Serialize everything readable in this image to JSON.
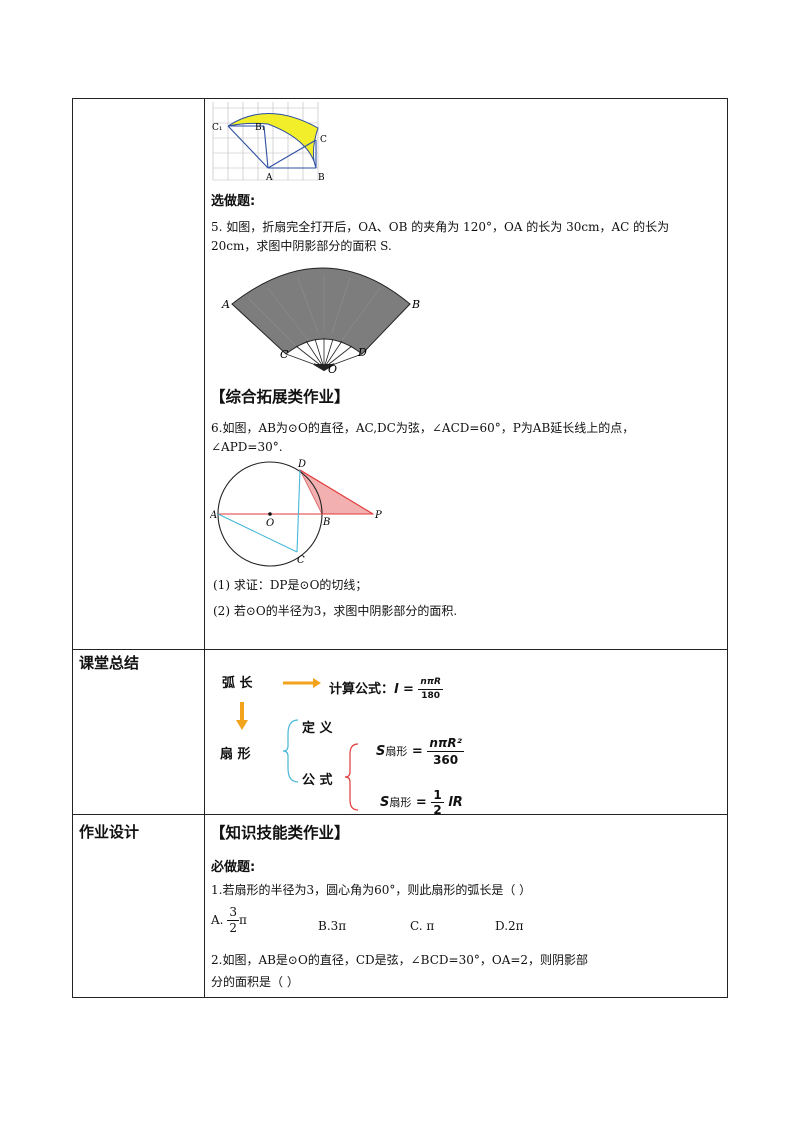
{
  "rows": {
    "summary_label": "课堂总结",
    "homework_label": "作业设计"
  },
  "fig1": {
    "labels": [
      "C₁",
      "B₁",
      "C",
      "A",
      "B"
    ]
  },
  "optional": {
    "heading": "选做题:",
    "q5_line1": "5. 如图，折扇完全打开后，OA、OB 的夹角为 120°，OA 的长为 30cm，AC 的长为",
    "q5_line2": "20cm，求图中阴影部分的面积 S.",
    "fan_labels": {
      "A": "A",
      "B": "B",
      "C": "C",
      "D": "D",
      "O": "O"
    }
  },
  "extension": {
    "heading": "【综合拓展类作业】",
    "q6_line1": "6.如图，AB为⊙O的直径，AC,DC为弦，∠ACD=60°，P为AB延长线上的点，",
    "q6_line2": "∠APD=30°.",
    "circle_labels": {
      "A": "A",
      "O": "O",
      "B": "B",
      "P": "P",
      "C": "C",
      "D": "D"
    },
    "sub1": "(1)  求证：DP是⊙O的切线；",
    "sub2": "(2)  若⊙O的半径为3，求图中阴影部分的面积."
  },
  "summary": {
    "arc": "弧    长",
    "calc": "计算公式：",
    "calc_l": "l =",
    "calc_num": "nπR",
    "calc_den": "180",
    "sector": "扇    形",
    "definition": "定  义",
    "formula": "公  式",
    "s_label": "S",
    "s_sub": "扇形",
    "eq": "=",
    "f1_num": "nπR²",
    "f1_den": "360",
    "f2_num": "1",
    "f2_den": "2",
    "f2_tail": "lR"
  },
  "homework": {
    "heading": "【知识技能类作业】",
    "required": "必做题:",
    "q1": "1.若扇形的半径为3，圆心角为60°，则此扇形的弧长是（      ）",
    "q1_a_prefix": "A.",
    "q1_a_num": "3",
    "q1_a_den": "2",
    "q1_a_tail": "π",
    "q1_b": "B.3π",
    "q1_c": "C. π",
    "q1_d": "D.2π",
    "q2_line1": "2.如图，AB是⊙O的直径，CD是弦，∠BCD=30°，OA=2，则阴影部",
    "q2_line2": "分的面积是（      ）"
  },
  "colors": {
    "yellow": "#f2ee2a",
    "fan_gray": "#7d7d7d",
    "pink": "#f3b0b0",
    "cyan": "#47b8d8",
    "red": "#e23a3a",
    "orange": "#f3a21b",
    "blue": "#2f4fa3"
  }
}
